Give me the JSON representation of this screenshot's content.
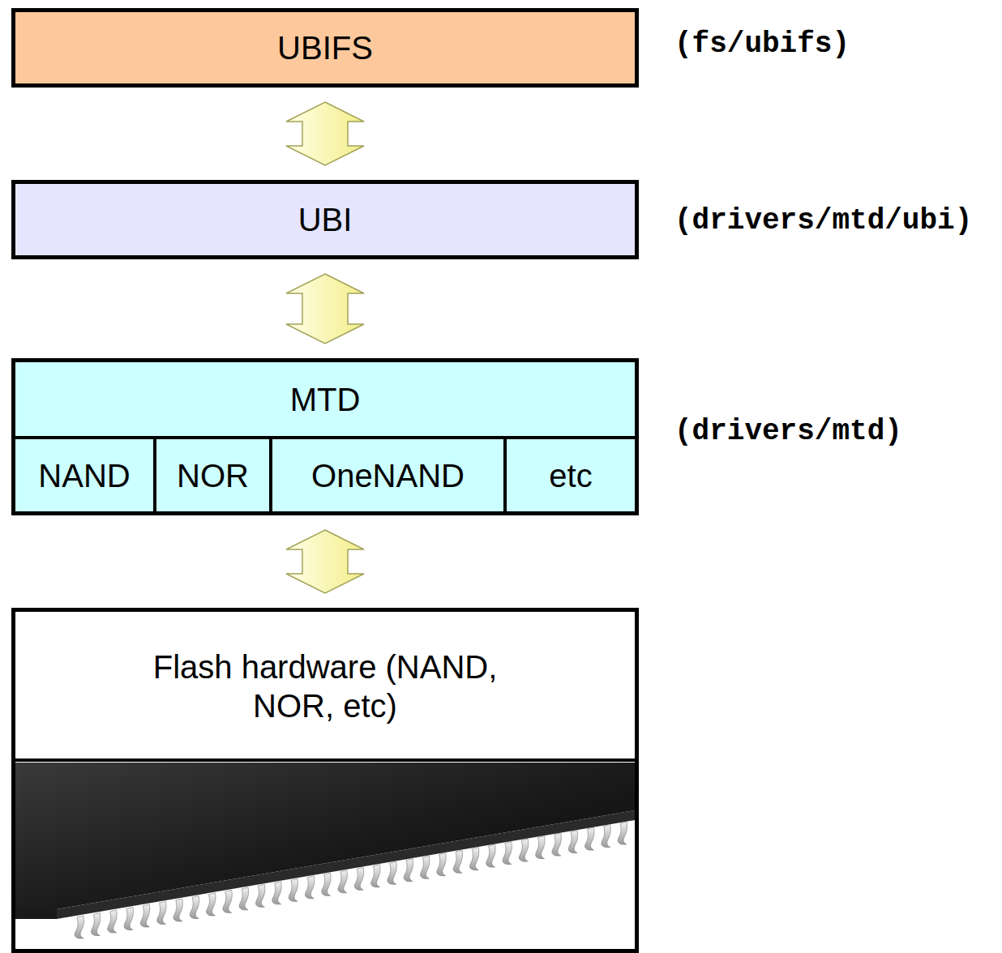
{
  "diagram": {
    "nodes": [
      {
        "text": [
          "UBIFS"
        ]
      },
      {
        "text": [
          "UBI"
        ]
      },
      {
        "text": [
          "MTD"
        ]
      },
      {
        "text": [
          "NAND"
        ],
        "in": 2
      },
      {
        "text": [
          "NOR"
        ],
        "in": 2
      },
      {
        "text": [
          "OneNAND"
        ],
        "in": 2
      },
      {
        "text": [
          "etc"
        ],
        "in": 2
      },
      {
        "text": [
          "Flash hardware (NAND, NOR, etc)"
        ]
      }
    ],
    "edges": [
      {
        "from": 0,
        "to": 1,
        "arrow": "both"
      },
      {
        "from": 1,
        "to": 2,
        "arrow": "both"
      },
      {
        "from": 2,
        "to": 7,
        "arrow": "both"
      }
    ],
    "labels": [
      "(fs/ubifs)",
      "(drivers/mtd/ubi)",
      "(drivers/mtd)"
    ]
  }
}
